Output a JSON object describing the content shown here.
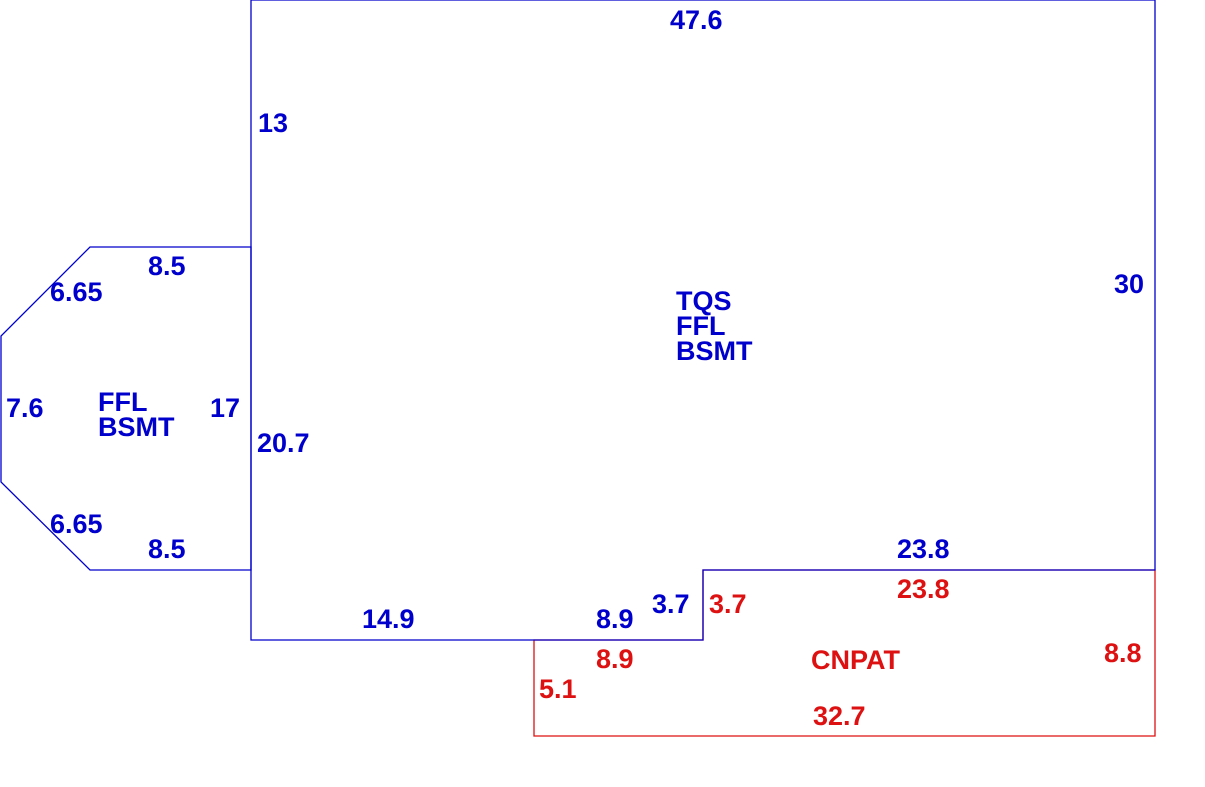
{
  "colors": {
    "main_outline": "#0000cc",
    "patio_outline": "#dd1111"
  },
  "areas": {
    "main": {
      "lines": [
        "TQS",
        "FFL",
        "BSMT"
      ]
    },
    "wing": {
      "lines": [
        "FFL",
        "BSMT"
      ]
    },
    "patio": {
      "lines": [
        "CNPAT"
      ]
    }
  },
  "dimensions": {
    "main_top": "47.6",
    "main_left_upper": "13",
    "main_right": "30",
    "main_left_lower": "20.7",
    "main_bottom_left": "14.9",
    "main_bottom_step": "8.9",
    "main_step_vertical": "3.7",
    "main_bottom_right": "23.8",
    "wing_top": "8.5",
    "wing_top_diagonal": "6.65",
    "wing_left": "7.6",
    "wing_right": "17",
    "wing_bottom_diagonal": "6.65",
    "wing_bottom": "8.5",
    "patio_top": "23.8",
    "patio_step_vertical": "3.7",
    "patio_step": "8.9",
    "patio_right": "8.8",
    "patio_left": "5.1",
    "patio_bottom": "32.7"
  }
}
